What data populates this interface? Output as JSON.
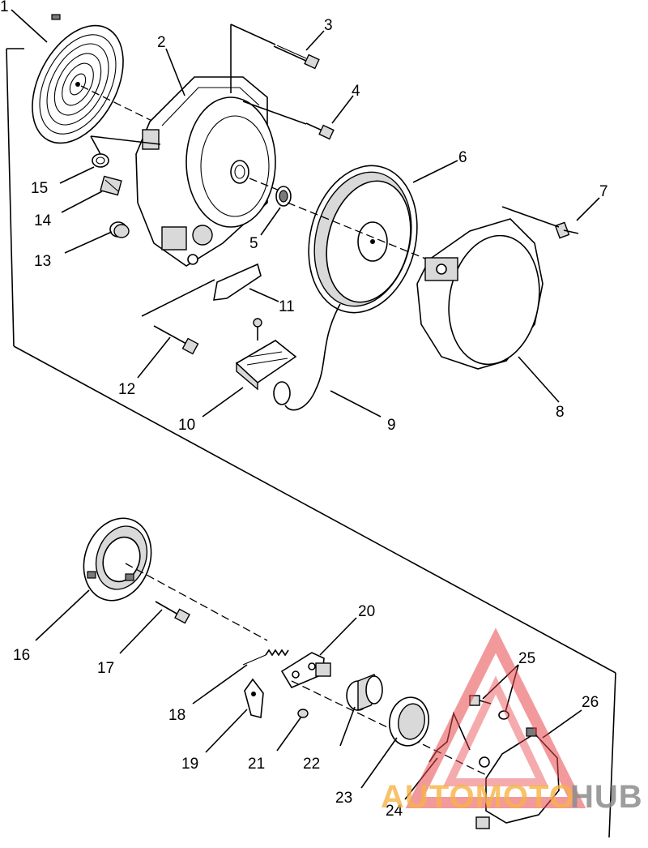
{
  "callouts": {
    "c1": "1",
    "c2": "2",
    "c3": "3",
    "c4": "4",
    "c5": "5",
    "c6": "6",
    "c7": "7",
    "c8": "8",
    "c9": "9",
    "c10": "10",
    "c11": "11",
    "c12": "12",
    "c13": "13",
    "c14": "14",
    "c15": "15",
    "c16": "16",
    "c17": "17",
    "c18": "18",
    "c19": "19",
    "c20": "20",
    "c21": "21",
    "c22": "22",
    "c23": "23",
    "c24": "24",
    "c25": "25",
    "c26": "26"
  },
  "watermark": {
    "part1": "AUTOMOTO",
    "part2": "HUB",
    "colors": {
      "triangle": "#e8454a",
      "text_primary": "#f7b347",
      "text_secondary": "#8d8d8d"
    }
  }
}
